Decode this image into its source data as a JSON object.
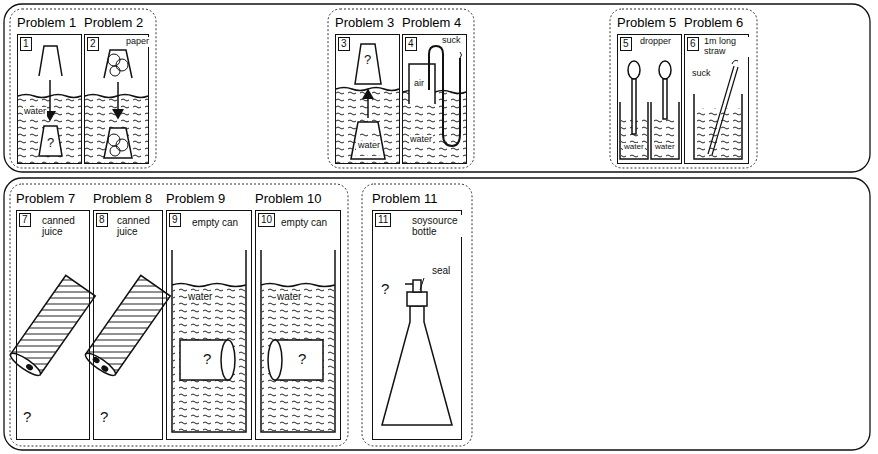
{
  "diagram": {
    "nodes": [
      {
        "text": [
          "Problem 1",
          "1",
          "water",
          "?"
        ]
      },
      {
        "text": [
          "Problem 2",
          "2",
          "paper"
        ]
      },
      {
        "text": [
          "Problem 3",
          "3",
          "?",
          "water"
        ]
      },
      {
        "text": [
          "Problem 4",
          "4",
          "suck",
          "air",
          "water"
        ]
      },
      {
        "text": [
          "Problem 5",
          "5",
          "dropper",
          "water",
          "water"
        ]
      },
      {
        "text": [
          "Problem 6",
          "6",
          "1m long straw",
          "suck"
        ]
      },
      {
        "text": [
          "Problem 7",
          "7",
          "canned juice",
          "?"
        ]
      },
      {
        "text": [
          "Problem 8",
          "8",
          "canned juice",
          "?"
        ]
      },
      {
        "text": [
          "Problem 9",
          "9",
          "empty can",
          "water",
          "?"
        ]
      },
      {
        "text": [
          "Problem 10",
          "10",
          "empty can",
          "water",
          "?"
        ]
      },
      {
        "text": [
          "Problem 11",
          "11",
          "soysource bottle",
          "?",
          "seal"
        ]
      }
    ]
  }
}
